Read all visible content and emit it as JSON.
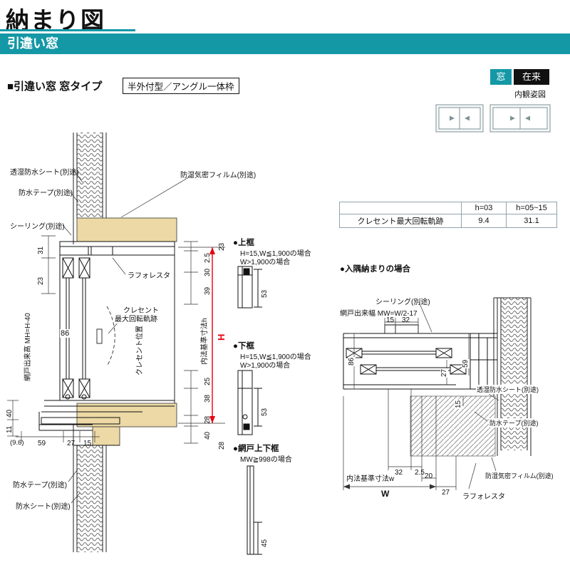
{
  "colors": {
    "accent_teal": "#1598A6",
    "dimension_red": "#E60012",
    "wood_tan": "#ECD9A5"
  },
  "page": {
    "title": "納まり図",
    "subtitle": "引違い窓"
  },
  "header": {
    "section_heading": "■引違い窓 窓タイプ",
    "frame_type": "半外付型／アングル一体枠",
    "badge_mado": "窓",
    "badge_zairai": "在来",
    "naikan_label": "内観姿図"
  },
  "spec_table": {
    "col_label": "",
    "col1": "h=03",
    "col2": "h=05~15",
    "row_label": "クレセント最大回転軌跡",
    "val1": "9.4",
    "val2": "31.1"
  },
  "left_section": {
    "labels": {
      "sheet_top": "透湿防水シート(別途)",
      "tape_top": "防水テープ(別途)",
      "sealing": "シーリング(別途)",
      "film": "防湿気密フィルム(別途)",
      "laforesta": "ラフォレスタ",
      "crescent_line1": "クレセント",
      "crescent_line2": "最大回転軌跡",
      "crescent_pos": "クレセント位置",
      "amido_height": "網戸出来高 MH=H-40",
      "uchinori_h": "内法基準寸法h",
      "h_mark": "H",
      "tape_bottom": "防水テープ(別途)",
      "sheet_bottom": "防水シート(別途)"
    },
    "dims": {
      "d31": "31",
      "d23_left": "23",
      "d86": "86",
      "d23_top": "23",
      "d2_5": "2.5",
      "d30": "30",
      "d39": "39",
      "d25": "25",
      "d38": "38",
      "d28_a": "28",
      "d40_right": "40",
      "d28_b": "28",
      "d40_left": "40",
      "d11": "11",
      "d9_6": "(9.6)",
      "d59": "59",
      "d27": "27",
      "d15": "15"
    }
  },
  "mid_sections": {
    "kamachi_top": {
      "title": "●上框",
      "cond1": "H=15,W≦1,900の場合",
      "cond2": "W>1,900の場合",
      "dim": "53"
    },
    "kamachi_bottom": {
      "title": "●下框",
      "cond1": "H=15,W≦1,900の場合",
      "cond2": "W>1,900の場合",
      "dim": "53"
    },
    "amido": {
      "title": "●網戸上下框",
      "cond": "MW≧998の場合",
      "dim": "45"
    }
  },
  "right_section": {
    "title": "●入隅納まりの場合",
    "labels": {
      "sealing": "シーリング(別途)",
      "amido_width": "網戸出来幅 MW=W/2-17",
      "sheet": "透湿防水シート(別途)",
      "tape": "防水テープ(別途)",
      "film": "防湿気密フィルム(別途)",
      "laforesta": "ラフォレスタ",
      "uchinori_w": "内法基準寸法w",
      "w_mark": "W"
    },
    "dims": {
      "d15_top": "15",
      "d32_top": "32",
      "d86": "86",
      "d27_side": "27",
      "d59": "59",
      "d15_side": "15",
      "d32_bottom": "32",
      "d2_5": "2.5",
      "d20": "20",
      "d27_bottom": "27"
    }
  }
}
